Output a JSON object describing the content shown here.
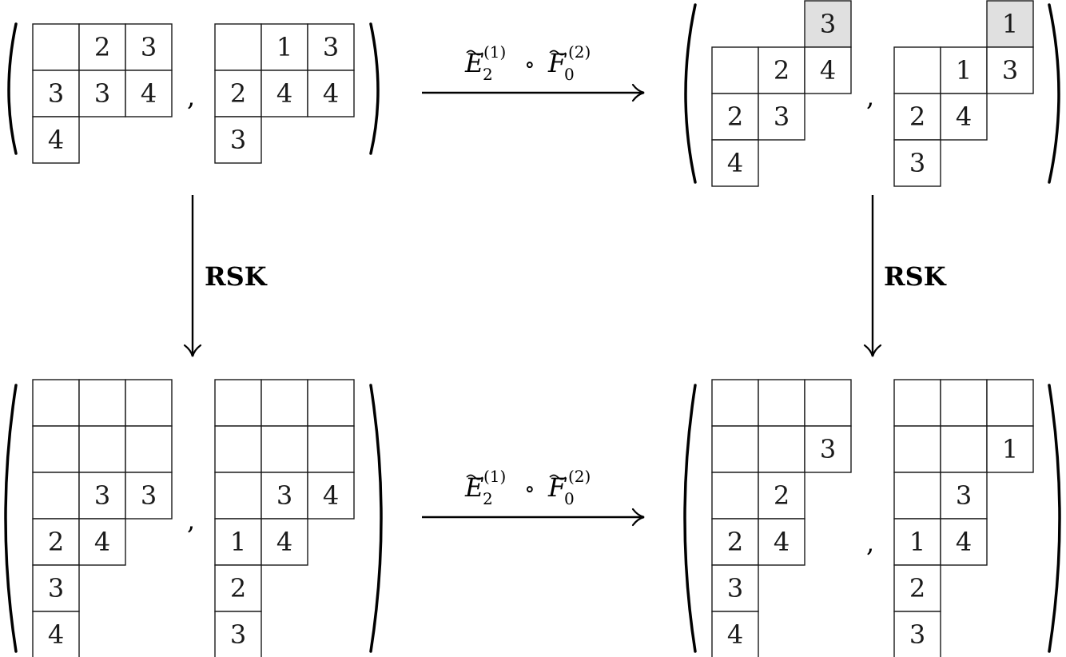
{
  "operator_label": {
    "E": "E",
    "E_sub": "2",
    "E_sup": "(1)",
    "compose": "∘",
    "F": "F",
    "F_sub": "0",
    "F_sup": "(2)"
  },
  "rsk_label": "RSK",
  "comma": ",",
  "pairs": {
    "top_left": {
      "first": [
        [
          "",
          "2",
          "3"
        ],
        [
          "3",
          "3",
          "4"
        ],
        [
          "4"
        ]
      ],
      "second": [
        [
          "",
          "1",
          "3"
        ],
        [
          "2",
          "4",
          "4"
        ],
        [
          "3"
        ]
      ]
    },
    "top_right": {
      "first": [
        [
          null,
          null,
          "3"
        ],
        [
          "",
          "2",
          "4"
        ],
        [
          "2",
          "3"
        ],
        [
          "4"
        ]
      ],
      "second": [
        [
          null,
          null,
          "1"
        ],
        [
          "",
          "1",
          "3"
        ],
        [
          "2",
          "4"
        ],
        [
          "3"
        ]
      ]
    },
    "bottom_left": {
      "first": [
        [
          "",
          "",
          ""
        ],
        [
          "",
          "",
          ""
        ],
        [
          "",
          "3",
          "3"
        ],
        [
          "2",
          "4"
        ],
        [
          "3"
        ],
        [
          "4"
        ]
      ],
      "second": [
        [
          "",
          "",
          ""
        ],
        [
          "",
          "",
          ""
        ],
        [
          "",
          "3",
          "4"
        ],
        [
          "1",
          "4"
        ],
        [
          "2"
        ],
        [
          "3"
        ]
      ]
    },
    "bottom_right": {
      "first": [
        [
          "",
          "",
          ""
        ],
        [
          "",
          "",
          "3"
        ],
        [
          "",
          "2"
        ],
        [
          "2",
          "4"
        ],
        [
          "3"
        ],
        [
          "4"
        ]
      ],
      "second": [
        [
          "",
          "",
          ""
        ],
        [
          "",
          "",
          "1"
        ],
        [
          "",
          "3"
        ],
        [
          "1",
          "4"
        ],
        [
          "2"
        ],
        [
          "3"
        ]
      ]
    }
  },
  "highlighted_cells": {
    "top_right_first": [
      0,
      2
    ],
    "top_right_second": [
      0,
      2
    ]
  },
  "colors": {
    "highlight": "#e0e0e0",
    "line": "#1a1a1a"
  }
}
